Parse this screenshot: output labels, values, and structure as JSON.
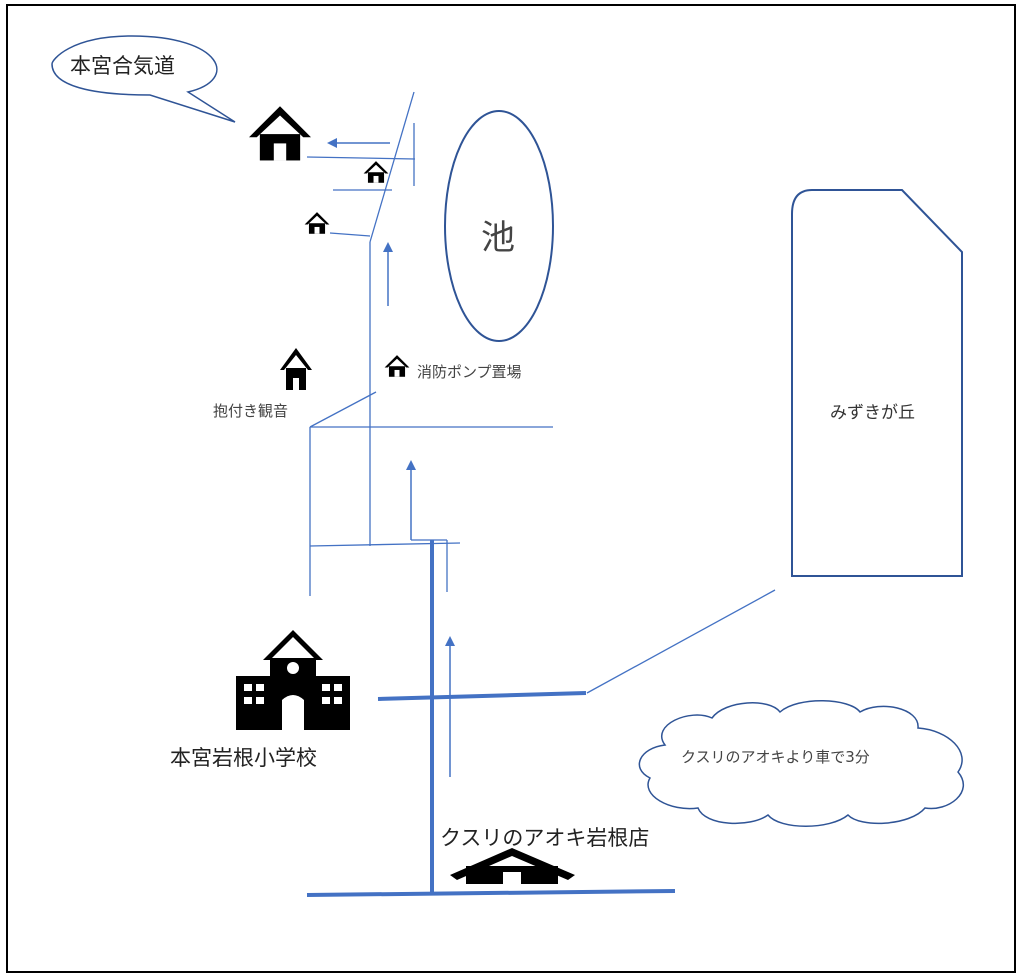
{
  "labels": {
    "dojo": "本宮合気道",
    "pond": "池",
    "fire_pump": "消防ポンプ置場",
    "kannon": "抱付き観音",
    "mizukigaoka": "みずきが丘",
    "school": "本宮岩根小学校",
    "store": "クスリのアオキ岩根店",
    "cloud_note": "クスリのアオキより車で3分"
  },
  "icons": {
    "dojo": "house-icon",
    "house_small_1": "house-icon",
    "house_small_2": "house-icon",
    "kannon": "house-icon",
    "fire_pump": "house-icon",
    "school": "school-icon",
    "store": "store-roof-icon",
    "route_arrow": "arrow-icon"
  },
  "colors": {
    "road": "#4472c4",
    "outline": "#2f5496",
    "icon": "#000000",
    "frame": "#000000"
  }
}
